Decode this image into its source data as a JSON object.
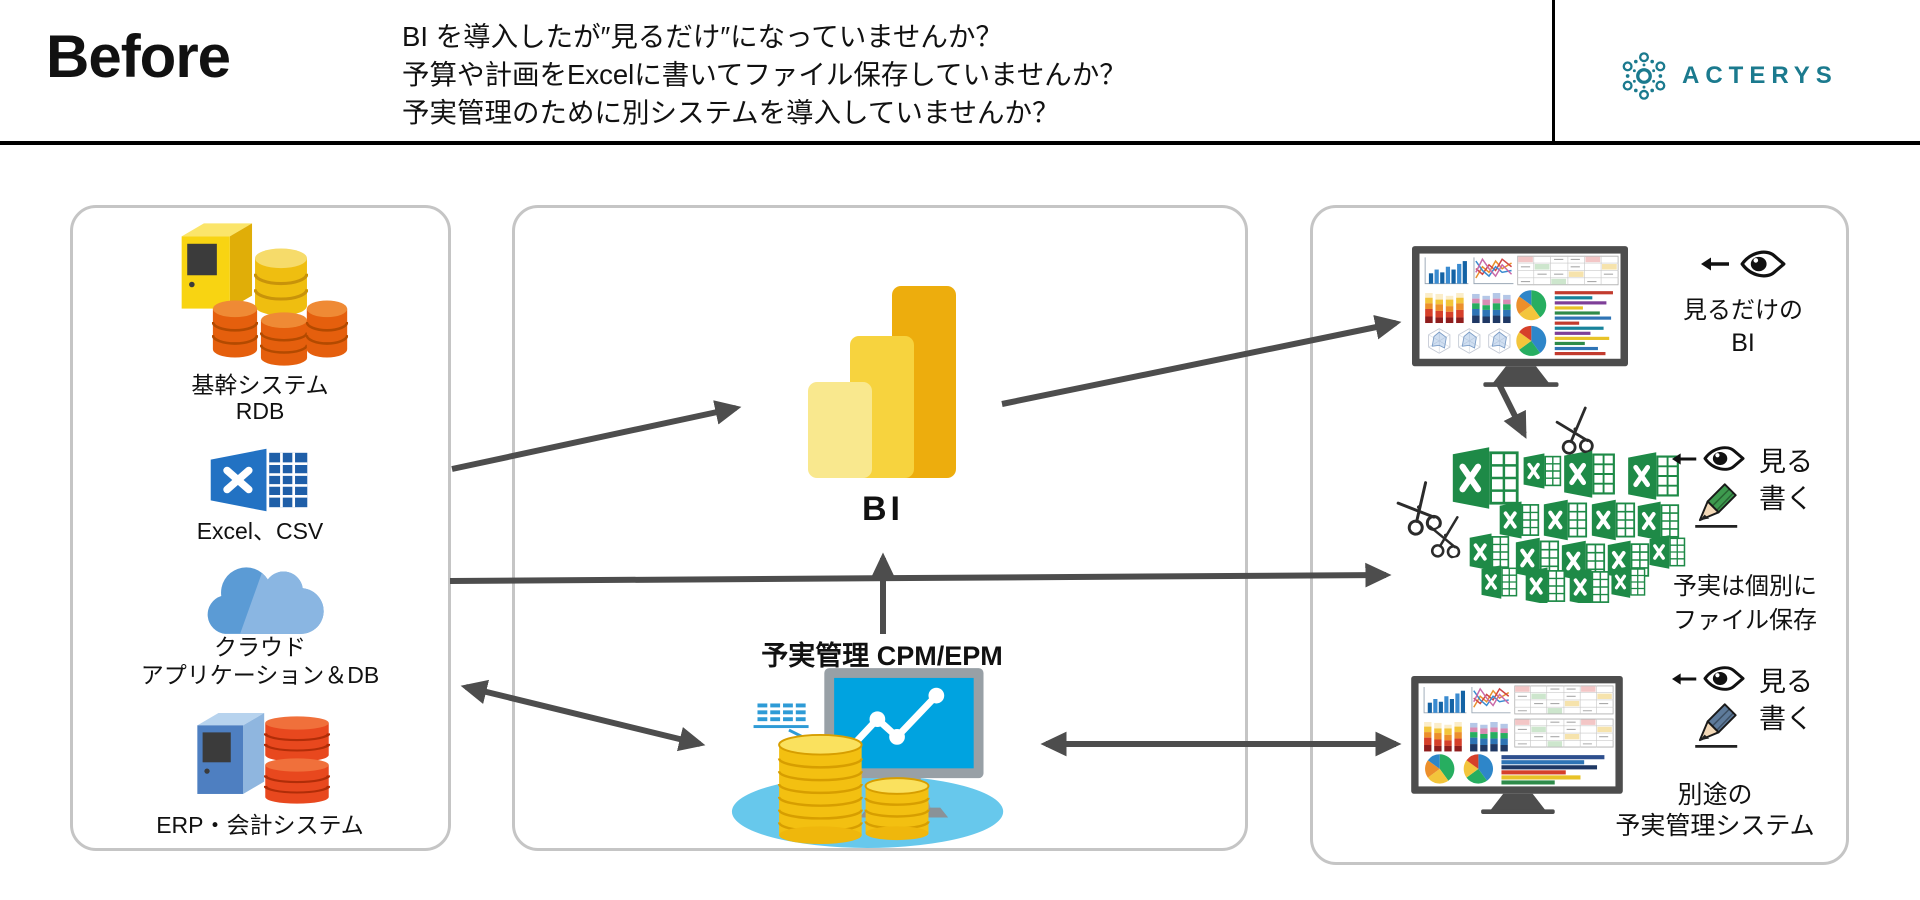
{
  "header": {
    "title": "Before",
    "questions": [
      "BI を導入したが″見るだけ″になっていませんか？",
      "予算や計画をExcelに書いてファイル保存していませんか？",
      "予実管理のために別システムを導入していませんか？"
    ],
    "brand": "ACTERYS"
  },
  "sources_panel": {
    "items": [
      {
        "icon": "server-databases-yellow-icon",
        "line1": "基幹システム",
        "line2": "RDB"
      },
      {
        "icon": "excel-spreadsheet-blue-icon",
        "line1": "Excel、CSV"
      },
      {
        "icon": "cloud-icon",
        "line1": "クラウド",
        "line2": "アプリケーション＆DB"
      },
      {
        "icon": "server-databases-blue-icon",
        "line1": "ERP・会計システム"
      }
    ]
  },
  "bi_panel": {
    "bi_icon": "power-bi-bars-icon",
    "bi_label": "BI",
    "cpm_label": "予実管理 CPM/EPM",
    "cpm_icon": "monitor-chart-coins-icon"
  },
  "outputs_panel": {
    "view_only_bi": {
      "icons": [
        "left-arrow-icon",
        "eye-icon"
      ],
      "line1": "見るだけの",
      "line2": "BI"
    },
    "view_write_files": {
      "icons": [
        "left-arrow-icon",
        "eye-icon",
        "pencil-green-icon"
      ],
      "line1": "見る",
      "line2": "書く"
    },
    "files_note": {
      "line1": "予実は個別に",
      "line2": "ファイル保存"
    },
    "view_write_system": {
      "icons": [
        "left-arrow-icon",
        "eye-icon",
        "pencil-blue-icon"
      ],
      "line1": "見る",
      "line2": "書く"
    },
    "system_note": {
      "line1": "別途の",
      "line2": "予実管理システム"
    },
    "cluster_icons": [
      "excel-file-icon",
      "scissors-icon"
    ]
  },
  "colors": {
    "brand_teal": "#1B7A8E",
    "arrow_gray": "#4d4d4d",
    "excel_green": "#1E8A47",
    "powerbi_yellow": "#EDAD0D",
    "cpm_screen_blue": "#00A3E0",
    "panel_border": "#C5C5C5"
  }
}
